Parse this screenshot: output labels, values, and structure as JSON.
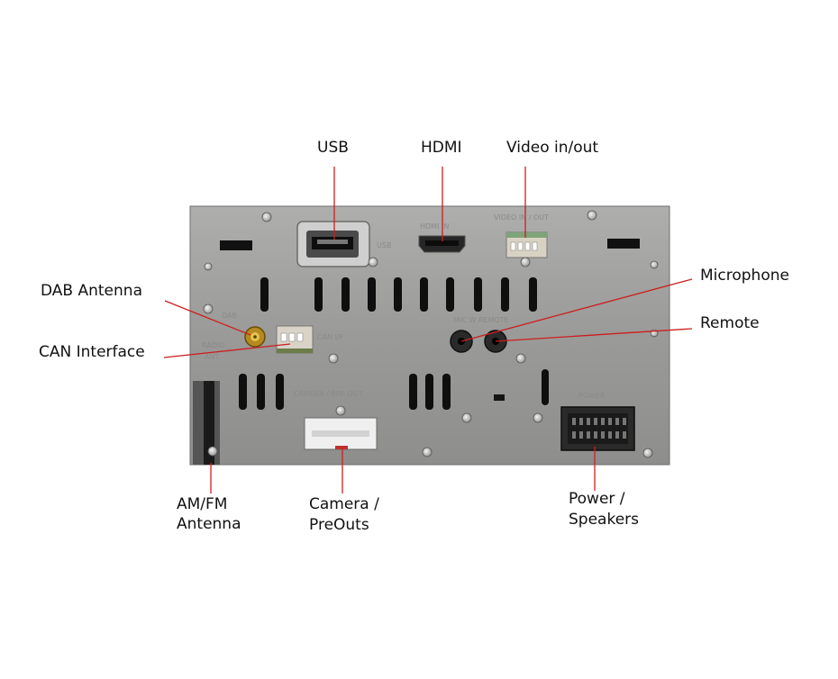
{
  "callouts": {
    "usb": "USB",
    "hdmi": "HDMI",
    "video": "Video in/out",
    "dab": "DAB Antenna",
    "can": "CAN Interface",
    "microphone": "Microphone",
    "remote": "Remote",
    "amfm_line1": "AM/FM",
    "amfm_line2": "Antenna",
    "camera_line1": "Camera /",
    "camera_line2": "PreOuts",
    "power_line1": "Power /",
    "power_line2": "Speakers"
  },
  "panel_markings": {
    "usb": "USB",
    "hdmi_in": "HDMI IN",
    "video_in_out": "VIDEO IN / OUT",
    "dab": "DAB",
    "radio": "RADIO",
    "ant": "ANT.",
    "can_if": "CAN I/F",
    "mic_remote": "MIC W REMOTE",
    "camera_pre_out": "CAMERA / PRE OUT",
    "power": "POWER"
  },
  "colors": {
    "leader_line": "#cc1f1f",
    "panel": "#9c9c9a"
  }
}
